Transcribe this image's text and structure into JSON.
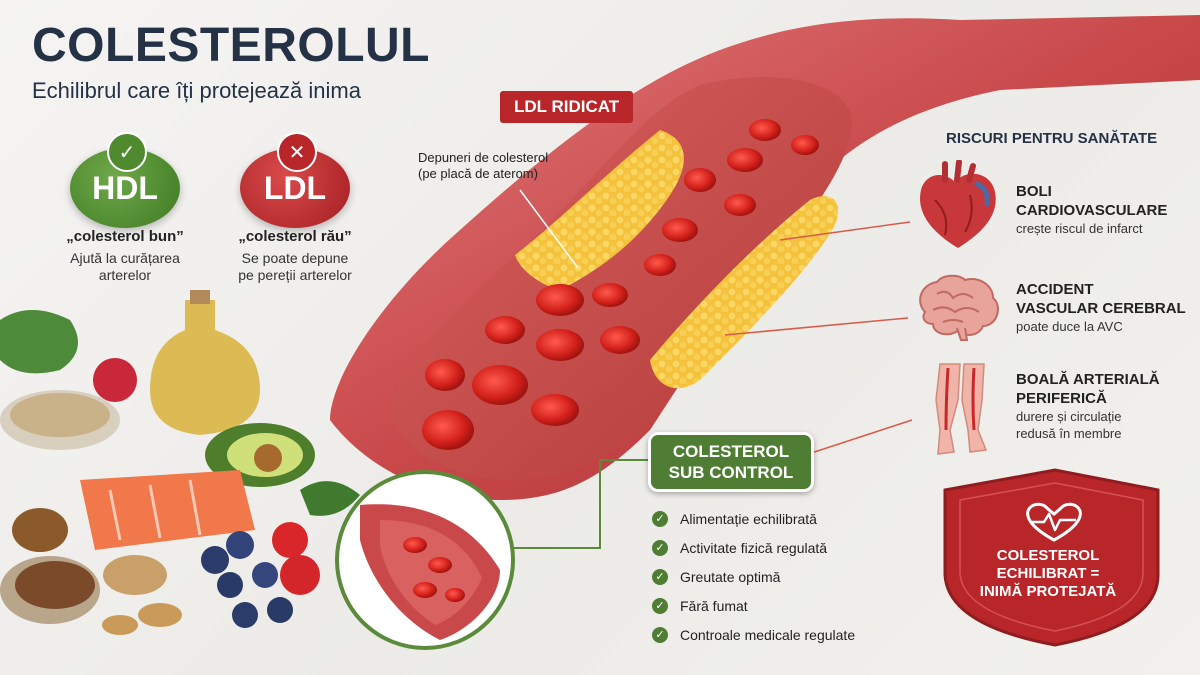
{
  "header": {
    "title": "COLESTEROLUL",
    "subtitle": "Echilibrul care îți protejează inima"
  },
  "types": {
    "hdl": {
      "label": "HDL",
      "mark": "✓",
      "title": "„colesterol bun”",
      "desc_line1": "Ajută la curățarea",
      "desc_line2": "arterelor",
      "color": "#4f8a2f"
    },
    "ldl": {
      "label": "LDL",
      "mark": "✕",
      "title": "„colesterol rău”",
      "desc_line1": "Se poate depune",
      "desc_line2": "pe pereții arterelor",
      "color": "#b8262a"
    }
  },
  "artery": {
    "tag": "LDL RIDICAT",
    "deposit_line1": "Depuneri de colesterol",
    "deposit_line2": "(pe placă de aterom)"
  },
  "risks": {
    "heading": "RISCURI PENTRU SANĂTATE",
    "items": [
      {
        "icon": "heart-icon",
        "title_line1": "BOLI",
        "title_line2": "CARDIOVASCULARE",
        "desc_line1": "crește riscul de infarct",
        "desc_line2": ""
      },
      {
        "icon": "brain-icon",
        "title_line1": "ACCIDENT",
        "title_line2": "VASCULAR CEREBRAL",
        "desc_line1": "poate duce la AVC",
        "desc_line2": ""
      },
      {
        "icon": "legs-icon",
        "title_line1": "BOALĂ ARTERIALĂ",
        "title_line2": "PERIFERICĂ",
        "desc_line1": "durere și circulație",
        "desc_line2": "redusă în membre"
      }
    ]
  },
  "control": {
    "line1": "COLESTEROL",
    "line2": "SUB CONTROL",
    "items": [
      "Alimentație echilibrată",
      "Activitate fizică regulată",
      "Greutate optimă",
      "Fără fumat",
      "Controale medicale regulate"
    ]
  },
  "shield": {
    "line1": "COLESTEROL",
    "line2": "ECHILIBRAT =",
    "line3": "INIMĂ PROTEJATĂ",
    "color": "#b8262a"
  }
}
